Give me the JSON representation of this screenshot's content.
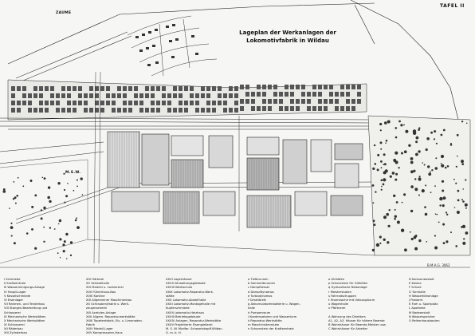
{
  "header": {
    "tafel": "TAFEL II",
    "title_line1": "Lageplan der Werkanlagen der",
    "title_line2": "Lokomotivfabrik in Wildau"
  },
  "map_labels": {
    "chaussee": "ZAUME",
    "railway": "M.S.W.",
    "code": "B.M.A.G. 3062"
  },
  "legend": {
    "col1": [
      "I  Schmiede",
      "II  Kraftzentrale",
      "III  Wasserreinigungs-Anlage",
      "IV  Haupt-Lager",
      "V  Kesselschmiede",
      "VI  Eisenlager",
      "VII  Rahmen- und Tenderbau",
      "VIII  Stangen-Bearbeitung und",
      "       Schlosserei",
      "IX  Mechanische Werkstätten",
      "X  Mechanische Werkstätten",
      "XI  Schlosserei",
      "XII  Räderbau",
      "XIII  Zylinderbau"
    ],
    "col2": [
      "XIV  Härterei",
      "XV  Verladehalle",
      "XVI  Malerei u. Lackiererei",
      "XVII  Führerhaus-Bau",
      "XVIII  Kantine",
      "XIX  Allgemeiner Maschinenbau",
      "XX  Schrauben/fabrik u. Werk-",
      "        zeugmacherei",
      "XXI  Acetylen-Anlage",
      "XXII  Allgem. Reparaturwerkstätte",
      "XXIII  Tapetenfabrik, Eis- u. Limonaden-",
      "        Fabrik",
      "XXIV  Modell-Lager",
      "XXV  Kompressoren-Haus"
    ],
    "col3": [
      "XXVI  Lagerhäuser",
      "XXVII  Verwaltungsgebäude",
      "XXVIII  Werkschule",
      "XXIX  Lokomotiv-Reparatur-Werk-",
      "         stätte",
      "XXX  Lokomotiv-Abstellhalle",
      "XXXI  Lokomotiv-Montagehalle mit",
      "         Kupferschmiede",
      "XXXII  Lokomotiv-Heizhaus",
      "XXXIII  Betriebsgebäude",
      "XXXIV  Anlagen, Reparatur-Werkstätte",
      "XXXV  Projektierte Eisengießerei",
      "M. S. W.  Mudfor- Schwartzkopff-Wildau",
      "            G. m. b. H."
    ],
    "col4": [
      "a  Tiefbrunnen",
      "b  Sammelbrunnen",
      "c  Dampfkessel",
      "d  Dampfdynamos",
      "e  Turbodynamos",
      "f  Schaltbrett",
      "g  Akkumulatorenbatterie u. Wagen-",
      "       halle",
      "h  Pumpenraum",
      "i  Kondensatoren und Wasserturm",
      "k  Reparatur-Werkstätte",
      "m  Maschinistenstube",
      "n  Schornstein der Kraftzentrale"
    ],
    "col5": [
      "o  Glühöfen",
      "p  Schornstein für Glühöfen",
      "q  Hydraulische Nietanlage",
      "r  Meisterstuben",
      "s  Fahrradschuppen",
      "t  Feuerwache mit Uebungsturm",
      "u  Wagenhalle",
      "v  Pförtnerei",
      "",
      "A  Wohnung des Direktors",
      "A1, A2, A3, Häuser für höhere Beamte",
      "B  Wohnhäuser für Beamte,Meister usw.",
      "C  Wohnhäuser für Arbeiter"
    ],
    "col6": [
      "D  Konsumanstalt",
      "E  Kasino",
      "F  Schule",
      "G  Turnhalle",
      "H  Wasserkläranlage",
      "J  Postamt",
      "K  Forh u. Sportplatz",
      "L  Apotheke",
      "M  Badeanstalt",
      "N  Wasserspeicher",
      "O  Reihenhausbauten"
    ]
  }
}
